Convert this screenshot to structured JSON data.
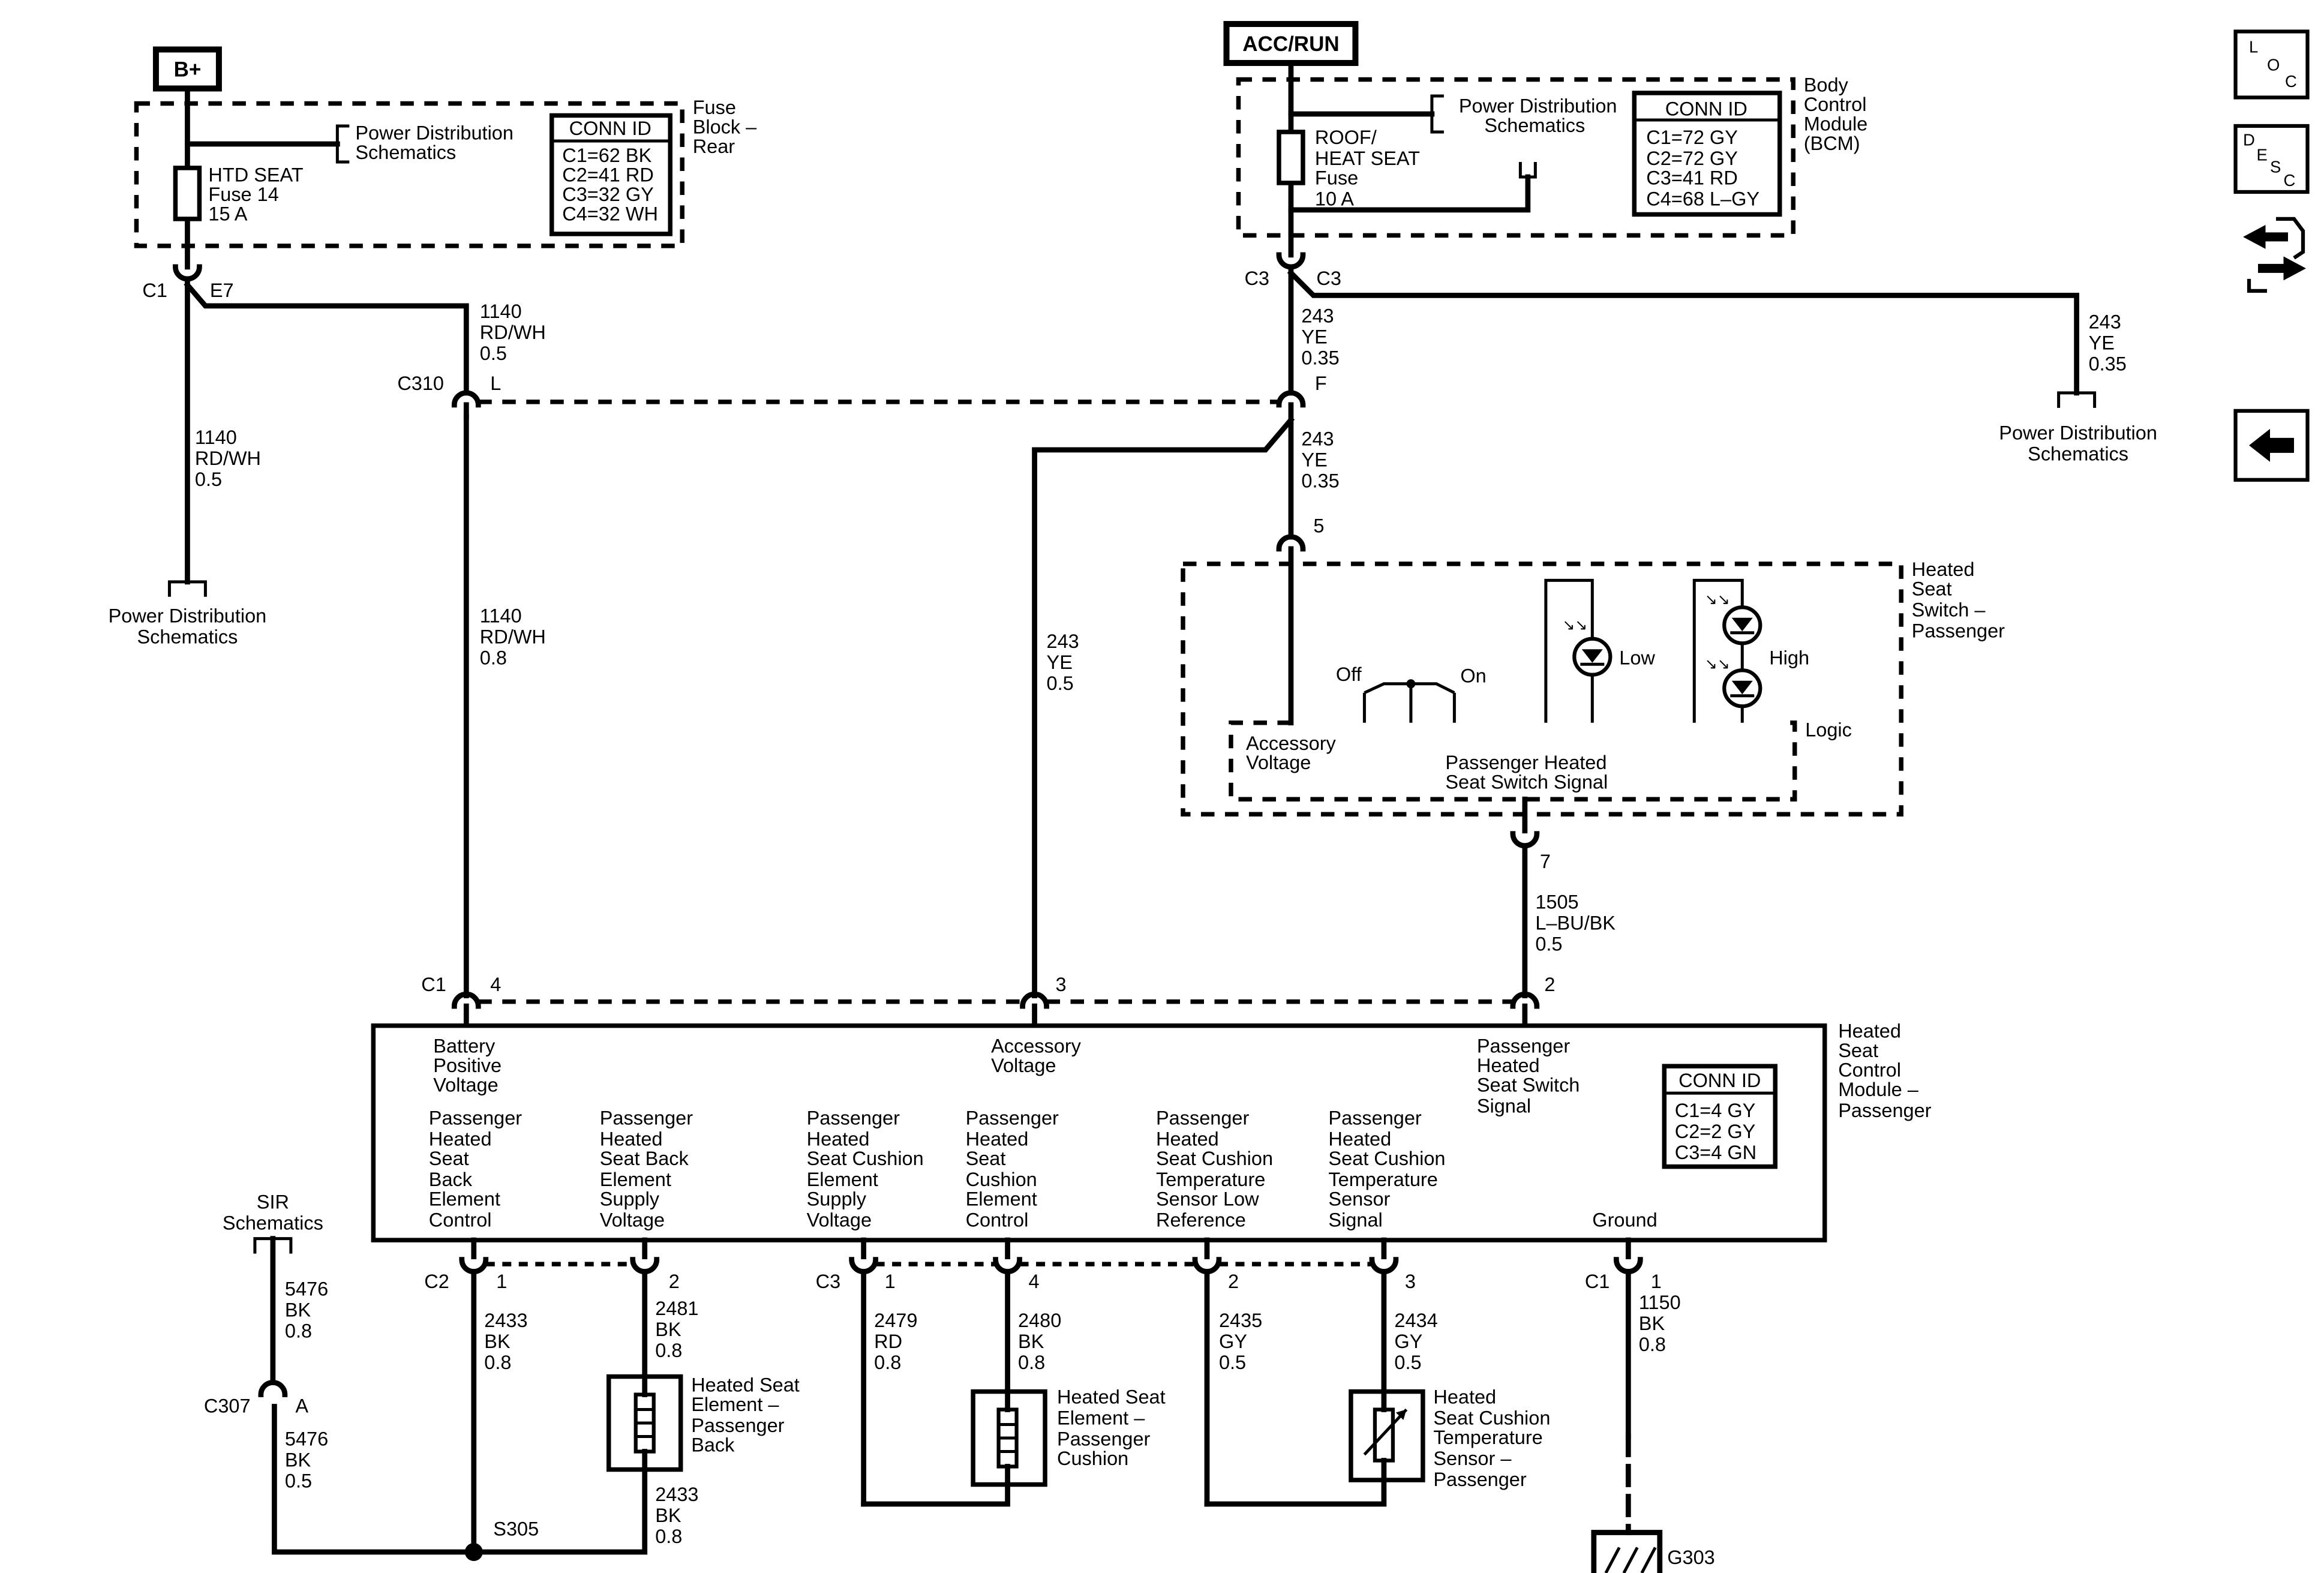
{
  "power": {
    "battery": "B+",
    "acc_run": "ACC/RUN"
  },
  "fuse_block_rear": {
    "name": [
      "Fuse",
      "Block –",
      "Rear"
    ],
    "fuse": [
      "HTD SEAT",
      "Fuse 14",
      "15 A"
    ],
    "conn_title": "CONN ID",
    "conn": [
      "C1=62 BK",
      "C2=41 RD",
      "C3=32 GY",
      "C4=32 WH"
    ],
    "ref": [
      "Power Distribution",
      "Schematics"
    ],
    "out_conn": "C1",
    "out_pin": "E7"
  },
  "bcm": {
    "name": [
      "Body",
      "Control",
      "Module",
      "(BCM)"
    ],
    "fuse": [
      "ROOF/",
      "HEAT SEAT",
      "Fuse",
      "10 A"
    ],
    "conn_title": "CONN ID",
    "conn": [
      "C1=72 GY",
      "C2=72 GY",
      "C3=41 RD",
      "C4=68 L–GY"
    ],
    "ref": [
      "Power Distribution",
      "Schematics"
    ],
    "out_conn_left": "C3",
    "out_conn_right": "C3"
  },
  "wires": {
    "w1140_top": [
      "1140",
      "RD/WH",
      "0.5"
    ],
    "w1140_left": [
      "1140",
      "RD/WH",
      "0.5"
    ],
    "w1140_mid": [
      "1140",
      "RD/WH",
      "0.8"
    ],
    "w243_a": [
      "243",
      "YE",
      "0.35"
    ],
    "w243_b": [
      "243",
      "YE",
      "0.35"
    ],
    "w243_right": [
      "243",
      "YE",
      "0.35"
    ],
    "w243_mid": [
      "243",
      "YE",
      "0.5"
    ],
    "w1505": [
      "1505",
      "L–BU/BK",
      "0.5"
    ],
    "w5476_a": [
      "5476",
      "BK",
      "0.8"
    ],
    "w5476_b": [
      "5476",
      "BK",
      "0.5"
    ],
    "w2433_a": [
      "2433",
      "BK",
      "0.8"
    ],
    "w2481": [
      "2481",
      "BK",
      "0.8"
    ],
    "w2433_b": [
      "2433",
      "BK",
      "0.8"
    ],
    "w2479": [
      "2479",
      "RD",
      "0.8"
    ],
    "w2480": [
      "2480",
      "BK",
      "0.8"
    ],
    "w2435": [
      "2435",
      "GY",
      "0.5"
    ],
    "w2434": [
      "2434",
      "GY",
      "0.5"
    ],
    "w1150": [
      "1150",
      "BK",
      "0.8"
    ]
  },
  "connectors": {
    "c310": "C310",
    "c310_pin": "L",
    "inline_pin_f": "F",
    "switch_pin_5": "5",
    "switch_pin_7": "7",
    "c1": "C1",
    "c1_pin4": "4",
    "c1_pin3": "3",
    "c1_pin2": "2",
    "c2": "C2",
    "c2_pin1": "1",
    "c2_pin2": "2",
    "c3": "C3",
    "c3_pin1": "1",
    "c3_pin4": "4",
    "c3_pin2": "2",
    "c3_pin3": "3",
    "c1_gnd": "C1",
    "c1_gnd_pin": "1",
    "c307": "C307",
    "c307_pin": "A",
    "splice": "S305",
    "ground": "G303"
  },
  "refs": {
    "power_dist_left": [
      "Power Distribution",
      "Schematics"
    ],
    "power_dist_right": [
      "Power Distribution",
      "Schematics"
    ],
    "sir": [
      "SIR",
      "Schematics"
    ]
  },
  "switch": {
    "name": [
      "Heated",
      "Seat",
      "Switch –",
      "Passenger"
    ],
    "off": "Off",
    "on": "On",
    "low": "Low",
    "high": "High",
    "logic": "Logic",
    "acc_voltage": [
      "Accessory",
      "Voltage"
    ],
    "signal": [
      "Passenger Heated",
      "Seat Switch Signal"
    ]
  },
  "module": {
    "name": [
      "Heated",
      "Seat",
      "Control",
      "Module –",
      "Passenger"
    ],
    "conn_title": "CONN ID",
    "conn": [
      "C1=4 GY",
      "C2=2 GY",
      "C3=4 GN"
    ],
    "battery_voltage": [
      "Battery",
      "Positive",
      "Voltage"
    ],
    "accessory_voltage": [
      "Accessory",
      "Voltage"
    ],
    "switch_signal": [
      "Passenger",
      "Heated",
      "Seat Switch",
      "Signal"
    ],
    "back_control": [
      "Passenger",
      "Heated",
      "Seat",
      "Back",
      "Element",
      "Control"
    ],
    "back_supply": [
      "Passenger",
      "Heated",
      "Seat Back",
      "Element",
      "Supply",
      "Voltage"
    ],
    "cushion_supply": [
      "Passenger",
      "Heated",
      "Seat Cushion",
      "Element",
      "Supply",
      "Voltage"
    ],
    "cushion_control": [
      "Passenger",
      "Heated",
      "Seat",
      "Cushion",
      "Element",
      "Control"
    ],
    "temp_low_ref": [
      "Passenger",
      "Heated",
      "Seat Cushion",
      "Temperature",
      "Sensor Low",
      "Reference"
    ],
    "temp_signal": [
      "Passenger",
      "Heated",
      "Seat Cushion",
      "Temperature",
      "Sensor",
      "Signal"
    ],
    "ground": "Ground"
  },
  "components": {
    "back_element": [
      "Heated Seat",
      "Element –",
      "Passenger",
      "Back"
    ],
    "cushion_element": [
      "Heated Seat",
      "Element –",
      "Passenger",
      "Cushion"
    ],
    "temp_sensor": [
      "Heated",
      "Seat Cushion",
      "Temperature",
      "Sensor –",
      "Passenger"
    ]
  },
  "nav": {
    "loc": [
      "L",
      "O",
      "C"
    ],
    "desc": [
      "D",
      "E",
      "S",
      "C"
    ],
    "loc_icon": "location-icon",
    "desc_icon": "description-icon",
    "connector_icon": "connector-icon",
    "back_icon": "back-arrow-icon"
  }
}
